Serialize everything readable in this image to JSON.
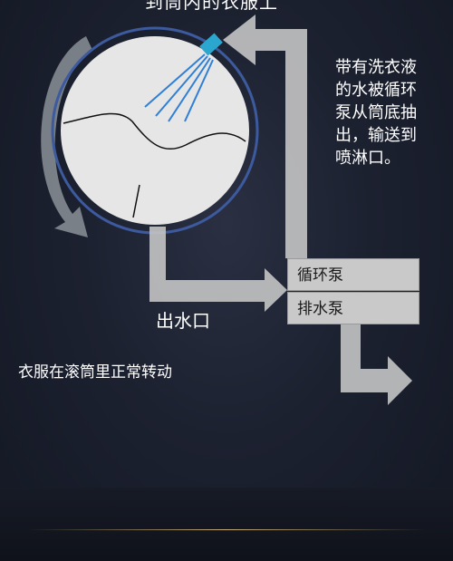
{
  "captions": {
    "top": "到筒内的衣服上",
    "side_note": "带有洗衣液的水被循环泵从筒底抽出，输送到喷淋口。",
    "outlet": "出水口",
    "drum_note": "衣服在滚筒里正常转动"
  },
  "pumps": {
    "circulation": "循环泵",
    "drain": "排水泵"
  },
  "colors": {
    "background": "#1c2130",
    "drum_fill": "#e6e6e6",
    "drum_ring": "#3d5a9e",
    "arrow_gray": "#c4c4c4",
    "nozzle": "#2aa6cf",
    "spray": "#2f7fd6",
    "accent_line": "#cbb07a"
  }
}
